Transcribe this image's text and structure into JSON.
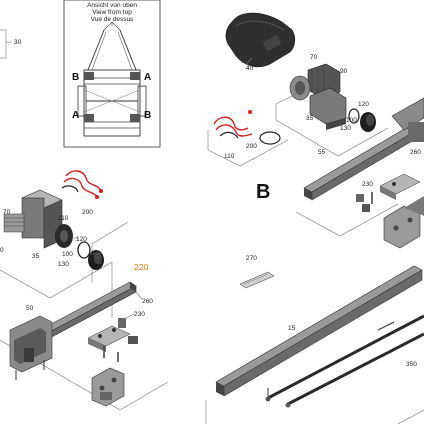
{
  "view_box": {
    "lines": [
      "Ansicht von oben",
      "View from top",
      "Vue de dessus"
    ],
    "corner_letters": {
      "top_left": "B",
      "top_right": "A",
      "bottom_left": "A",
      "bottom_right": "B"
    }
  },
  "section_letter": "B",
  "labels_left": {
    "l30": "30",
    "l70": "70",
    "l110": "110",
    "l200": "200",
    "l120": "120",
    "l35": "35",
    "l100": "100",
    "l130": "130",
    "l50": "50",
    "l220": "220",
    "l260": "260",
    "l230": "230",
    "l0": "0"
  },
  "labels_right": {
    "l40": "40",
    "l70": "70",
    "l90": "90",
    "l35": "35",
    "l120": "120",
    "l100": "100",
    "l130": "130",
    "l110": "110",
    "l200": "200",
    "l55": "55",
    "l260": "260",
    "l230": "230",
    "l270": "270",
    "l15": "15",
    "l350": "350"
  },
  "colors": {
    "accent": "#e07a10",
    "part_dark": "#3a3a3a",
    "part_mid": "#7a7a7a",
    "part_light": "#b5b5b5",
    "wire_red": "#d02020"
  }
}
